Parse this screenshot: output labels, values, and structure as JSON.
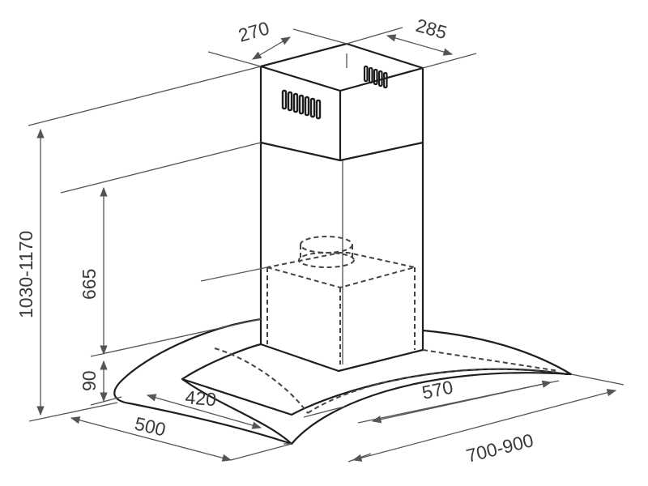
{
  "dimensions": {
    "chimney_width": "270",
    "chimney_depth": "285",
    "total_height": "1030-1170",
    "upper_height": "665",
    "canopy_height": "90",
    "inner_width": "420",
    "depth": "500",
    "inner_length": "570",
    "length": "700-900"
  },
  "colors": {
    "ink": "#1e1e1e",
    "dimension": "#555555",
    "text": "#3a3a3a"
  }
}
